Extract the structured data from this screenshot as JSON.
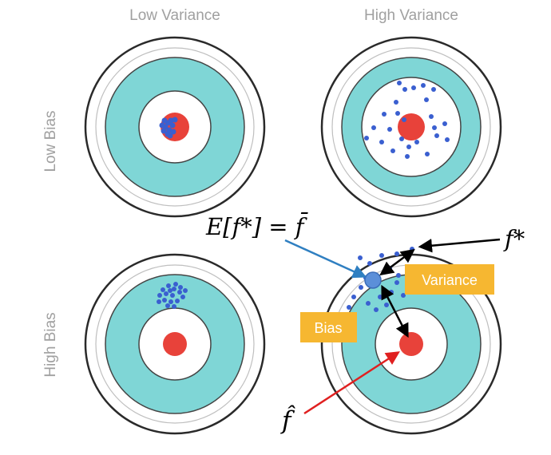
{
  "columns": {
    "low_variance": "Low Variance",
    "high_variance": "High Variance"
  },
  "rows": {
    "low_bias": "Low Bias",
    "high_bias": "High Bias"
  },
  "annotations": {
    "expected_value": "E[f*] = f̄",
    "f_star": "f*",
    "f_hat": "f̂",
    "variance_label": "Variance",
    "bias_label": "Bias"
  },
  "colors": {
    "ring_outer": "#ffffff",
    "ring_teal": "#7fd6d6",
    "bullseye": "#e8423a",
    "point": "#3a5fd0",
    "mean_point": "#5b8fd9",
    "label_box": "#f6b731",
    "arrow_blue": "#2f7fc1",
    "arrow_red": "#e02020",
    "arrow_black": "#000000",
    "axis_text": "#a0a0a0"
  }
}
